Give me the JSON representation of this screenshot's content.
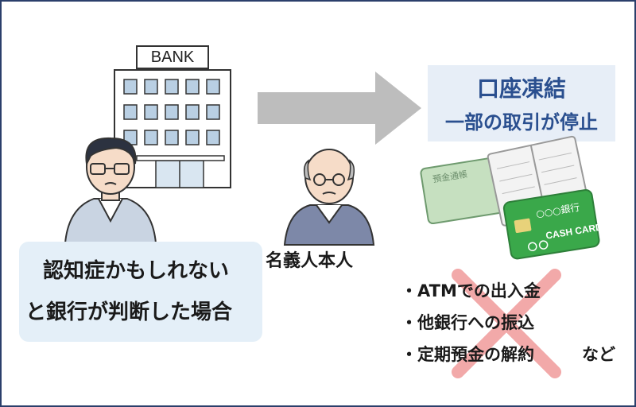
{
  "bank": {
    "sign": "BANK"
  },
  "speech": {
    "line1": "認知症かもしれない",
    "line2": "と銀行が判断した場合"
  },
  "holder": {
    "label": "名義人本人"
  },
  "result": {
    "title": "口座凍結",
    "subtitle": "一部の取引が停止"
  },
  "passbook": {
    "label": "預金通帳"
  },
  "card": {
    "bank_name": "○○○銀行",
    "label": "CASH CARD"
  },
  "stopped": {
    "items": [
      "・ATMでの出入金",
      "・他銀行への振込",
      "・定期預金の解約"
    ],
    "suffix": "など"
  },
  "colors": {
    "frame": "#2b3f6b",
    "accent": "#2a4f8f",
    "card": "#3aa84a",
    "cross": "#f2a9a9",
    "arrow": "#bdbdbd"
  },
  "icons": [
    "bank-building-icon",
    "man-glasses-icon",
    "elderly-man-icon",
    "arrow-right-icon",
    "passbook-icon",
    "cash-card-icon",
    "cross-mark-icon"
  ]
}
